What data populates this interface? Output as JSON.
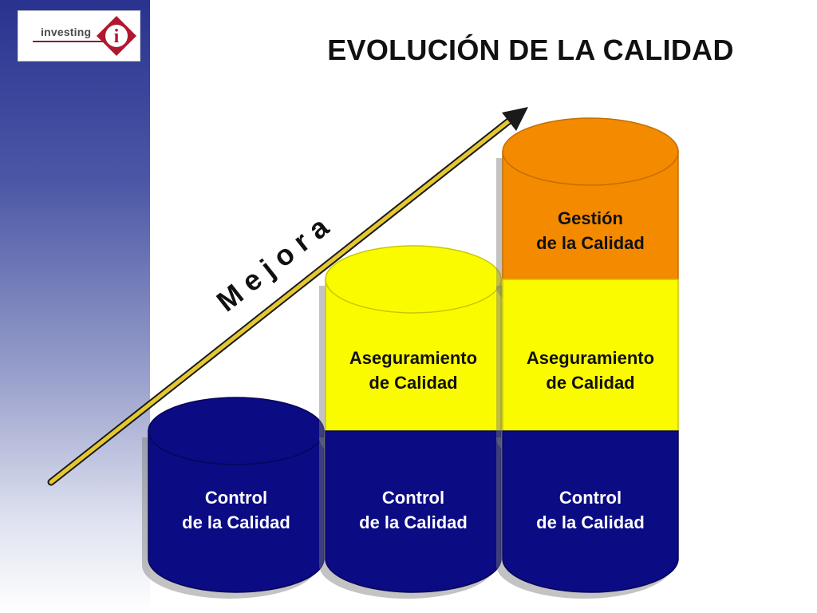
{
  "title": "EVOLUCIÓN DE LA CALIDAD",
  "logo": {
    "text": "investing",
    "mark_letter": "i"
  },
  "arrow_label": "M e j o r a",
  "colors": {
    "navy": "#0b0b84",
    "yellow": "#fbfb00",
    "orange": "#f48a00",
    "sidebar": "#29338f",
    "logo_red": "#b0182f"
  },
  "stages": [
    {
      "layers": [
        {
          "line1": "Control",
          "line2": "de la Calidad",
          "color": "navy"
        }
      ]
    },
    {
      "layers": [
        {
          "line1": "Control",
          "line2": "de la Calidad",
          "color": "navy"
        },
        {
          "line1": "Aseguramiento",
          "line2": "de Calidad",
          "color": "yellow"
        }
      ]
    },
    {
      "layers": [
        {
          "line1": "Control",
          "line2": "de la Calidad",
          "color": "navy"
        },
        {
          "line1": "Aseguramiento",
          "line2": "de Calidad",
          "color": "yellow"
        },
        {
          "line1": "Gestión",
          "line2": "de la Calidad",
          "color": "orange"
        }
      ]
    }
  ]
}
